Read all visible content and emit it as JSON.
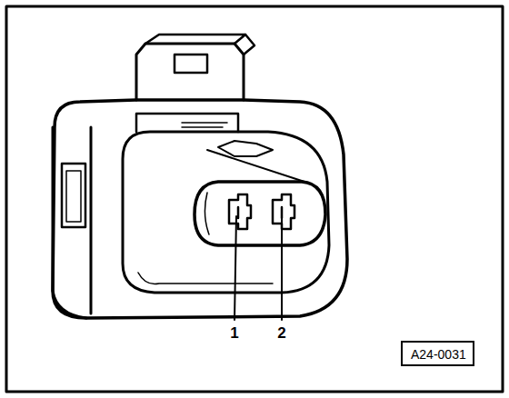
{
  "diagram": {
    "nodes": [
      {
        "text": [
          "A24-0031"
        ]
      }
    ],
    "labels": [
      "1",
      "2"
    ]
  }
}
